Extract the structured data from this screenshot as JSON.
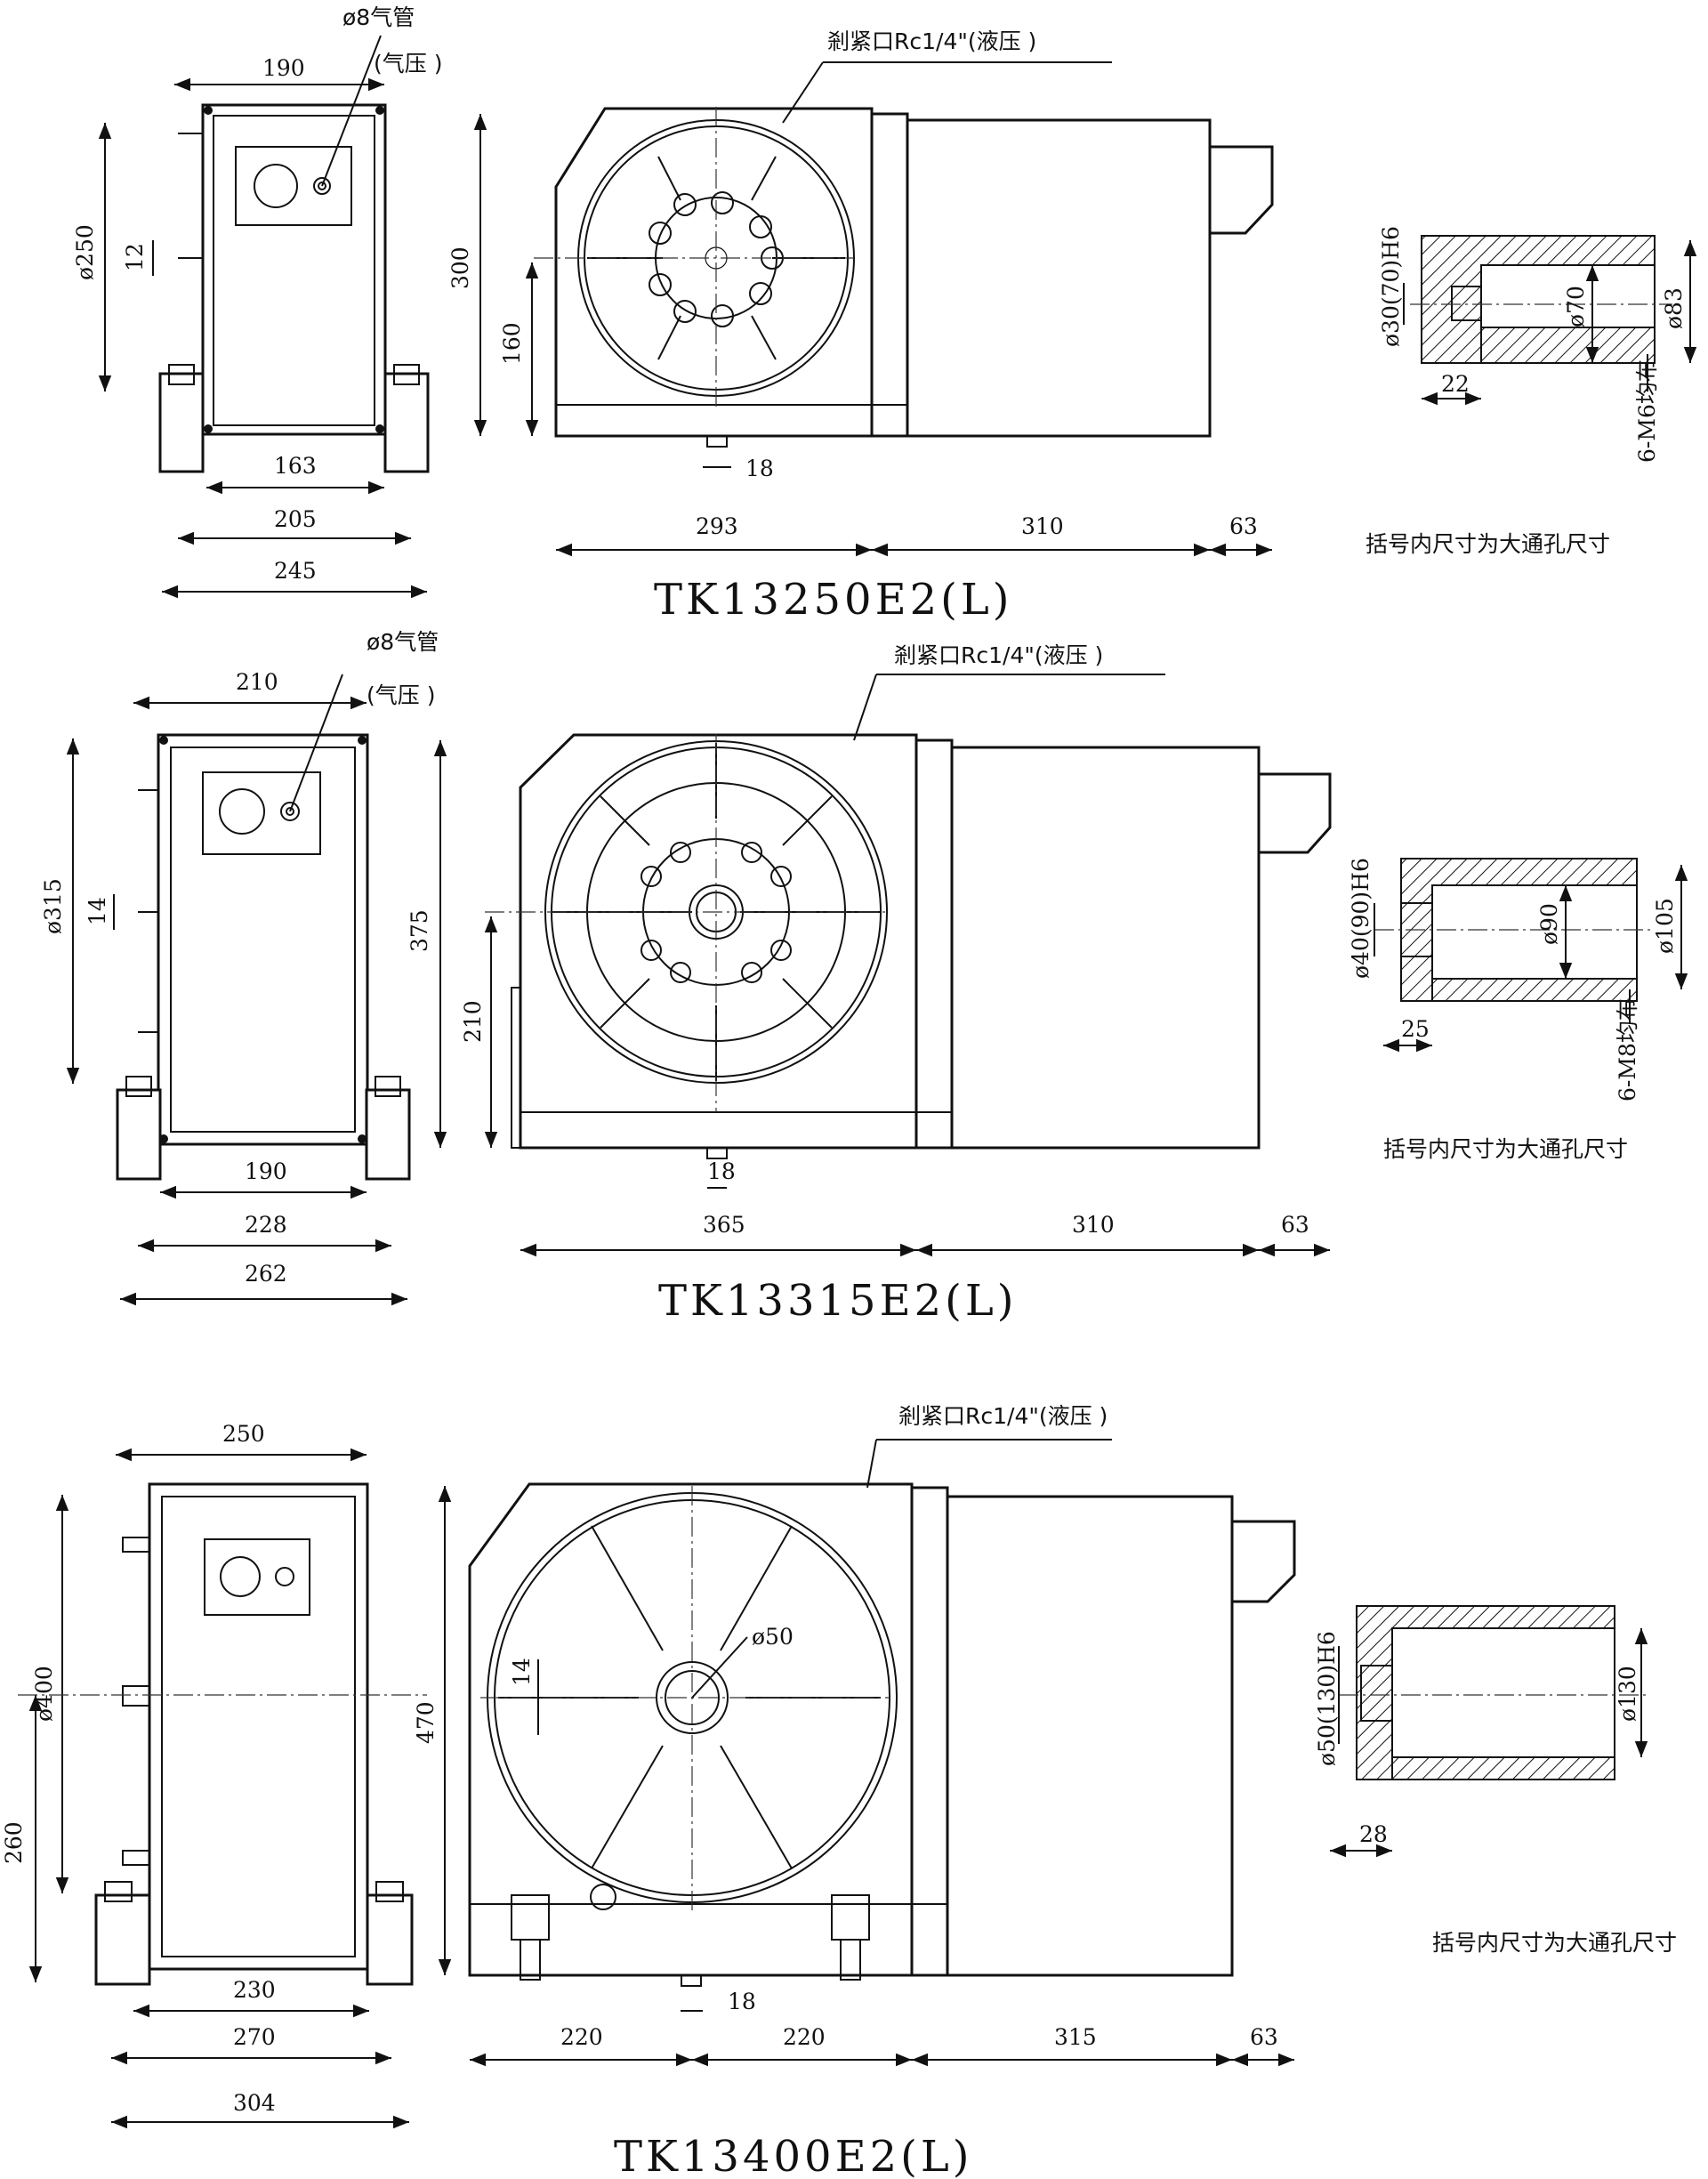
{
  "models": [
    {
      "title": "TK13250E2(L)",
      "air_pipe": "ø8气管",
      "air_pressure": "(气压 )",
      "clamp_port": "剎紧口Rc1/4\"(液压 )",
      "note": "括号内尺寸为大通孔尺寸",
      "side": {
        "top": "190",
        "height": "ø250",
        "small": "12",
        "base1": "163",
        "base2": "205",
        "base3": "245"
      },
      "front": {
        "height": "300",
        "center": "160",
        "slot": "18",
        "w1": "293",
        "w2": "310",
        "w3": "63"
      },
      "detail": {
        "bore": "ø30(70)H6",
        "inner": "ø70",
        "outer": "ø83",
        "depth": "22",
        "holes": "6-M6均布"
      }
    },
    {
      "title": "TK13315E2(L)",
      "air_pipe": "ø8气管",
      "air_pressure": "(气压 )",
      "clamp_port": "剎紧口Rc1/4\"(液压 )",
      "note": "括号内尺寸为大通孔尺寸",
      "side": {
        "top": "210",
        "height": "ø315",
        "small": "14",
        "base1": "190",
        "base2": "228",
        "base3": "262"
      },
      "front": {
        "height": "375",
        "center": "210",
        "slot": "18",
        "w1": "365",
        "w2": "310",
        "w3": "63"
      },
      "detail": {
        "bore": "ø40(90)H6",
        "inner": "ø90",
        "outer": "ø105",
        "depth": "25",
        "holes": "6-M8均布"
      }
    },
    {
      "title": "TK13400E2(L)",
      "clamp_port": "剎紧口Rc1/4\"(液压 )",
      "note": "括号内尺寸为大通孔尺寸",
      "side": {
        "top": "250",
        "height": "ø400",
        "center": "260",
        "base1": "230",
        "base2": "270",
        "base3": "304"
      },
      "front": {
        "height": "470",
        "small": "14",
        "bore": "ø50",
        "slot": "18",
        "w1": "220",
        "w2": "220",
        "w3": "315",
        "w4": "63"
      },
      "detail": {
        "bore": "ø50(130)H6",
        "outer": "ø130",
        "depth": "28"
      }
    }
  ]
}
